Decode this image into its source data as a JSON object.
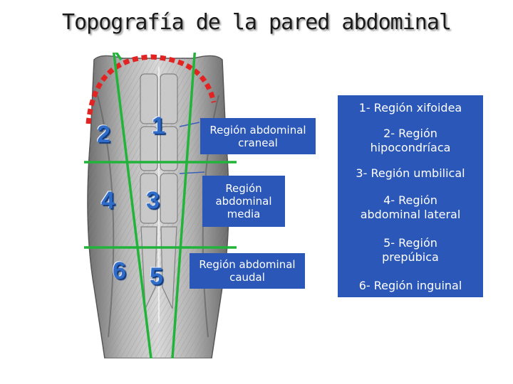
{
  "title": "Topografía de la pared abdominal",
  "anatomy": {
    "numbers": [
      "1",
      "2",
      "3",
      "4",
      "5",
      "6"
    ]
  },
  "boxes": {
    "craneal_line1": "Región abdominal",
    "craneal_line2": "craneal",
    "media_line1": "Región",
    "media_line2": "abdominal",
    "media_line3": "media",
    "caudal_line1": "Región abdominal",
    "caudal_line2": "caudal"
  },
  "legend": {
    "item1": "1- Región xifoidea",
    "item2_line1": "2- Región",
    "item2_line2": "hipocondríaca",
    "item3": "3- Región umbilical",
    "item4_line1": "4- Región",
    "item4_line2": "abdominal lateral",
    "item5_line1": "5- Región",
    "item5_line2": "prepúbica",
    "item6": "6- Región inguinal"
  },
  "colors": {
    "lines_green": "#22b43a",
    "arc_red": "#e32222",
    "box_blue": "#2b57b8",
    "number_blue": "#2f6cc9"
  }
}
